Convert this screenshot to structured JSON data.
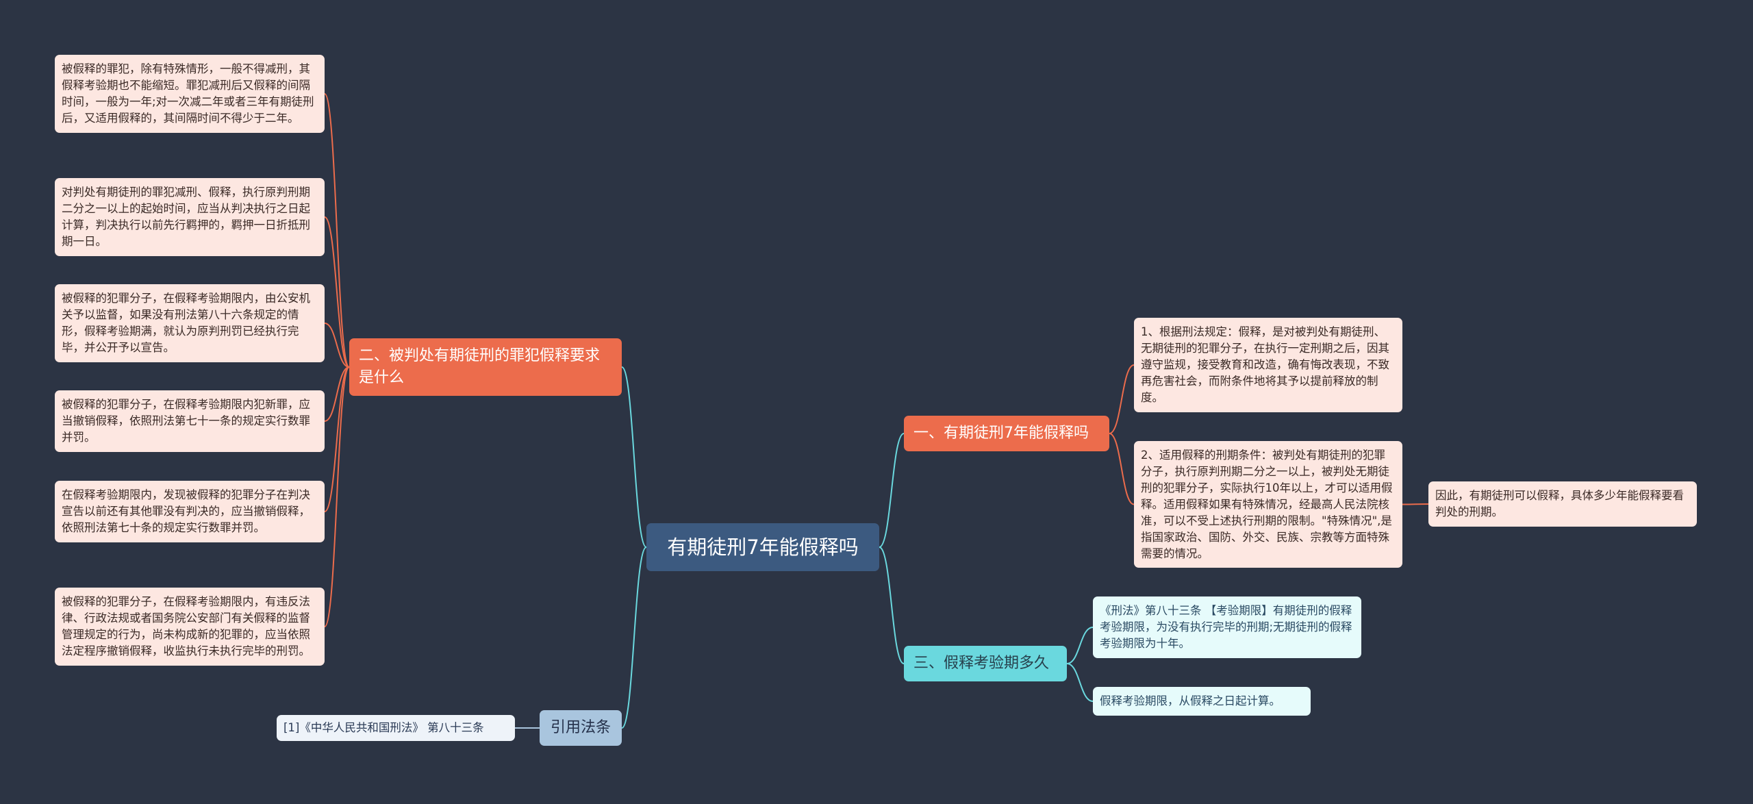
{
  "root": {
    "label": "有期徒刑7年能假释吗"
  },
  "colors": {
    "background": "#2c3444",
    "root": "#3c5a80",
    "branch_red": "#ec6c4c",
    "branch_cyan": "#6ad8de",
    "branch_blue": "#a9c5de",
    "link_red": "#ec6c4c",
    "link_cyan": "#6ad8de",
    "link_blue": "#a9c5de"
  },
  "branches": {
    "b1": {
      "label": "一、有期徒刑7年能假释吗",
      "children": [
        {
          "text": "1、根据刑法规定：假释，是对被判处有期徒刑、无期徒刑的犯罪分子，在执行一定刑期之后，因其遵守监规，接受教育和改造，确有悔改表现，不致再危害社会，而附条件地将其予以提前释放的制度。"
        },
        {
          "text": "2、适用假释的刑期条件：被判处有期徒刑的犯罪分子，执行原判刑期二分之一以上，被判处无期徒刑的犯罪分子，实际执行10年以上，才可以适用假释。适用假释如果有特殊情况，经最高人民法院核准，可以不受上述执行刑期的限制。\"特殊情况\",是指国家政治、国防、外交、民族、宗教等方面特殊需要的情况。",
          "child": "因此，有期徒刑可以假释，具体多少年能假释要看判处的刑期。"
        }
      ]
    },
    "b2": {
      "label": "二、被判处有期徒刑的罪犯假释要求是什么",
      "children": [
        {
          "text": "被假释的罪犯，除有特殊情形，一般不得减刑，其假释考验期也不能缩短。罪犯减刑后又假释的间隔时间，一般为一年;对一次减二年或者三年有期徒刑后，又适用假释的，其间隔时间不得少于二年。"
        },
        {
          "text": "对判处有期徒刑的罪犯减刑、假释，执行原判刑期二分之一以上的起始时间，应当从判决执行之日起计算，判决执行以前先行羁押的，羁押一日折抵刑期一日。"
        },
        {
          "text": "被假释的犯罪分子，在假释考验期限内，由公安机关予以监督，如果没有刑法第八十六条规定的情形，假释考验期满，就认为原判刑罚已经执行完毕，并公开予以宣告。"
        },
        {
          "text": "被假释的犯罪分子，在假释考验期限内犯新罪，应当撤销假释，依照刑法第七十一条的规定实行数罪并罚。"
        },
        {
          "text": "在假释考验期限内，发现被假释的犯罪分子在判决宣告以前还有其他罪没有判决的，应当撤销假释，依照刑法第七十条的规定实行数罪并罚。"
        },
        {
          "text": "被假释的犯罪分子，在假释考验期限内，有违反法律、行政法规或者国务院公安部门有关假释的监督管理规定的行为，尚未构成新的犯罪的，应当依照法定程序撤销假释，收监执行未执行完毕的刑罚。"
        }
      ]
    },
    "b3": {
      "label": "三、假释考验期多久",
      "children": [
        {
          "text": "《刑法》第八十三条 【考验期限】有期徒刑的假释考验期限，为没有执行完毕的刑期;无期徒刑的假释考验期限为十年。"
        },
        {
          "text": "假释考验期限，从假释之日起计算。"
        }
      ]
    },
    "b4": {
      "label": "引用法条",
      "children": [
        {
          "text": "[1]《中华人民共和国刑法》 第八十三条"
        }
      ]
    }
  }
}
